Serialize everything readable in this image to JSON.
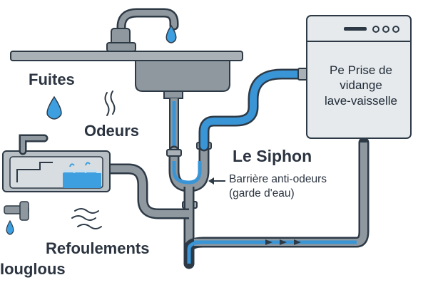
{
  "labels": {
    "fuites": "Fuites",
    "odeurs": "Odeurs",
    "refoulements": "Refoulements",
    "glouglous": "Iouglous",
    "siphon_title": "Le Siphon",
    "siphon_desc_line1": "Barrière anti-odeurs",
    "siphon_desc_line2": "(garde d'eau)",
    "dishwasher_line1": "Pe Prise de",
    "dishwasher_line2": "vidange",
    "dishwasher_line3": "lave-vaisselle"
  },
  "colors": {
    "pipe_gray": "#8f989f",
    "pipe_blue": "#3a95d6",
    "outline": "#2d3a46",
    "water": "#3d9ee0",
    "text": "#2b3440"
  },
  "icons": [
    "water-drop-icon",
    "odor-waves-icon",
    "arrow-left-icon",
    "tap-icon",
    "dishwasher-knobs-icon"
  ]
}
